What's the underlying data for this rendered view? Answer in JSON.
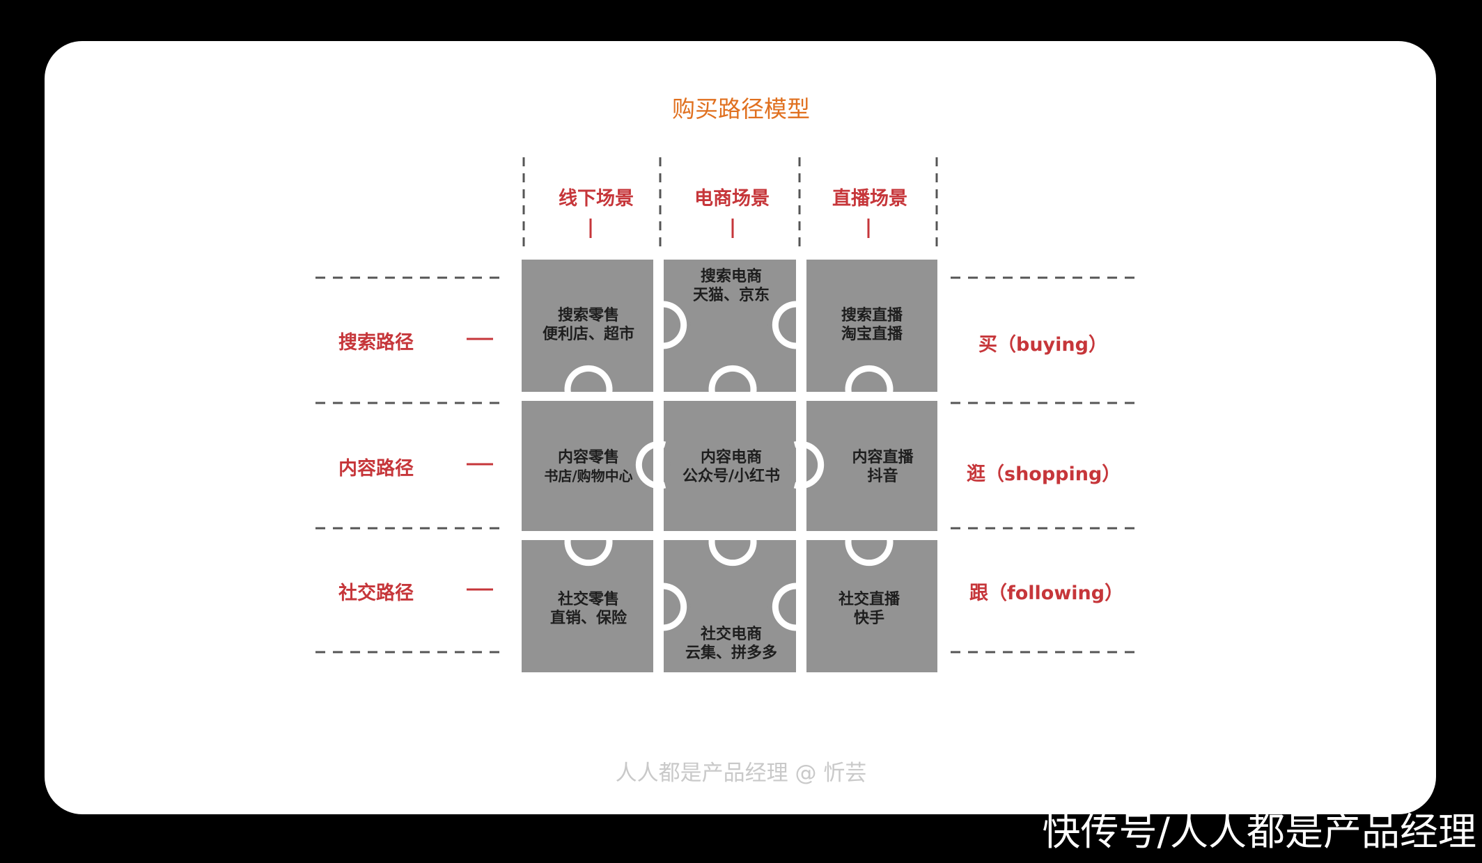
{
  "title": "购买路径模型",
  "columns": [
    "线下场景",
    "电商场景",
    "直播场景"
  ],
  "rows": [
    "搜索路径",
    "内容路径",
    "社交路径"
  ],
  "row_dash": "—",
  "right_labels": [
    "买（buying）",
    "逛（shopping）",
    "跟（following）"
  ],
  "cells": [
    [
      {
        "line1": "搜索零售",
        "line2": "便利店、超市"
      },
      {
        "line1": "搜索电商",
        "line2": "天猫、京东"
      },
      {
        "line1": "搜索直播",
        "line2": "淘宝直播"
      }
    ],
    [
      {
        "line1": "内容零售",
        "line2": "书店/购物中心"
      },
      {
        "line1": "内容电商",
        "line2": "公众号/小红书"
      },
      {
        "line1": "内容直播",
        "line2": "抖音"
      }
    ],
    [
      {
        "line1": "社交零售",
        "line2": "直销、保险"
      },
      {
        "line1": "社交电商",
        "line2": "云集、拼多多"
      },
      {
        "line1": "社交直播",
        "line2": "快手"
      }
    ]
  ],
  "watermark": "人人都是产品经理 @ 忻芸",
  "corner_credit": "快传号/人人都是产品经理",
  "colors": {
    "title": "#e0701f",
    "label": "#c6363a",
    "puzzle": "#939393",
    "dash": "#555555"
  }
}
